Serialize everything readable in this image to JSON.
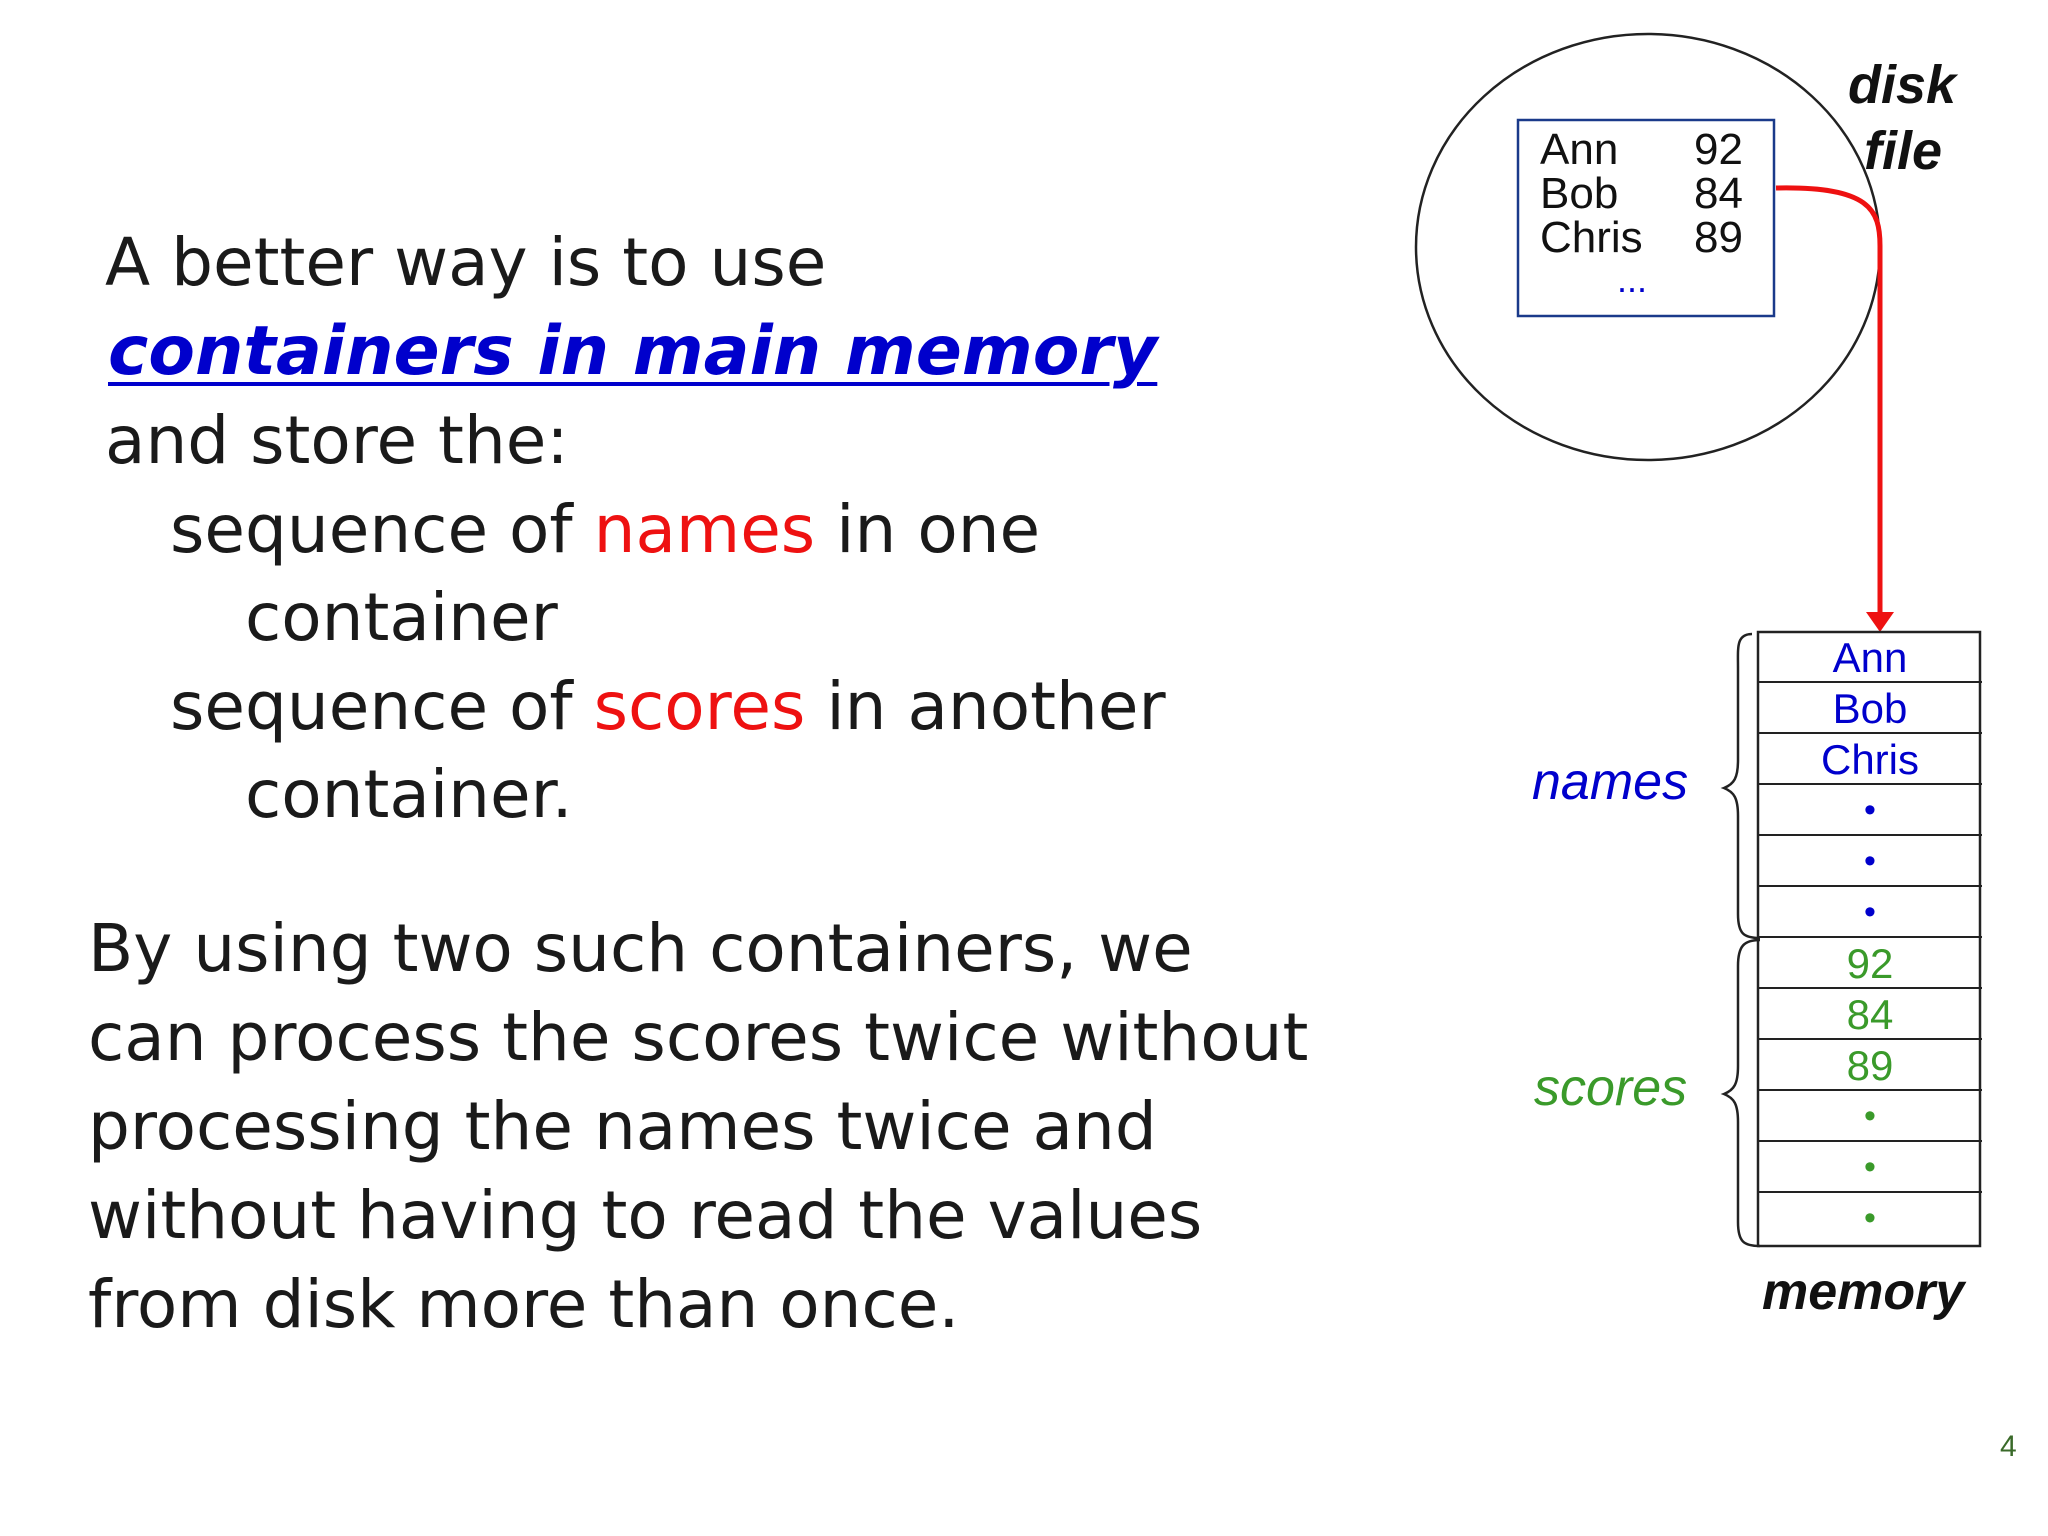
{
  "intro": {
    "line1": "A better way is to use",
    "emphasis": "containers in main memory",
    "line3": "and store the:",
    "item1_pre": "sequence of ",
    "item1_key": "names",
    "item1_post": " in one",
    "item1_cont": "container",
    "item2_pre": "sequence of ",
    "item2_key": "scores",
    "item2_post": " in another",
    "item2_cont": "container."
  },
  "explanation": [
    "By using two such containers, we",
    "can process the scores twice without",
    "processing the names twice and",
    "without having to read the values",
    "from disk more than once."
  ],
  "disk": {
    "label_line1": "disk",
    "label_line2": "file",
    "rows": [
      {
        "name": "Ann",
        "score": "92"
      },
      {
        "name": "Bob",
        "score": "84"
      },
      {
        "name": "Chris",
        "score": "89"
      }
    ],
    "ellipsis": "..."
  },
  "memory": {
    "label": "memory",
    "names_label": "names",
    "scores_label": "scores",
    "name_cells": [
      "Ann",
      "Bob",
      "Chris",
      "•",
      "•",
      "•"
    ],
    "score_cells": [
      "92",
      "84",
      "89",
      "•",
      "•",
      "•"
    ],
    "colors": {
      "names": "#0000cc",
      "scores": "#3a9a2a",
      "arrow": "#ee1111"
    }
  },
  "page_number": "4"
}
